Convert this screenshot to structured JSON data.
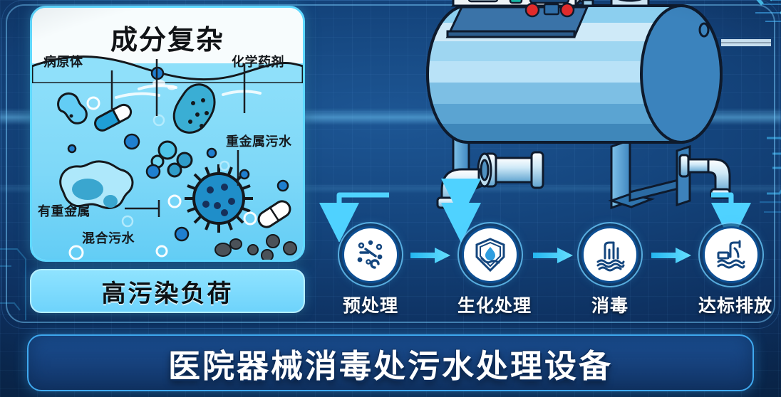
{
  "theme": {
    "bg_deep": "#0d2f5e",
    "bg_mid": "#14447c",
    "accent_cyan": "#4fd2ff",
    "card_border": "#5fd8ff",
    "water": "#7ed8f8",
    "banner_blue": "#16417c"
  },
  "left_card": {
    "title": "成分复杂",
    "labels": [
      {
        "text": "病原体"
      },
      {
        "text": "化学药剂"
      },
      {
        "text": "重金属污水"
      },
      {
        "text": "有重金属"
      },
      {
        "text": "混合污水"
      }
    ]
  },
  "badge": {
    "text": "高污染负荷"
  },
  "equipment": {
    "name": "horizontal-tank",
    "control_panel": {
      "name": "control-panel",
      "screen_color": "#c9e6a8",
      "display_color": "#1b4a7a",
      "button_teal": "#16b9a6",
      "button_red": "#e02b2b"
    }
  },
  "process": {
    "steps": [
      {
        "label": "预处理",
        "icon": "bacteria-icon"
      },
      {
        "label": "生化处理",
        "icon": "shield-water-icon"
      },
      {
        "label": "消毒",
        "icon": "water-discharge-icon"
      },
      {
        "label": "达标排放",
        "icon": "standard-discharge-icon"
      }
    ],
    "arrow_icon": "arrow-right-icon"
  },
  "banner": {
    "title": "医院器械消毒处污水处理设备"
  }
}
